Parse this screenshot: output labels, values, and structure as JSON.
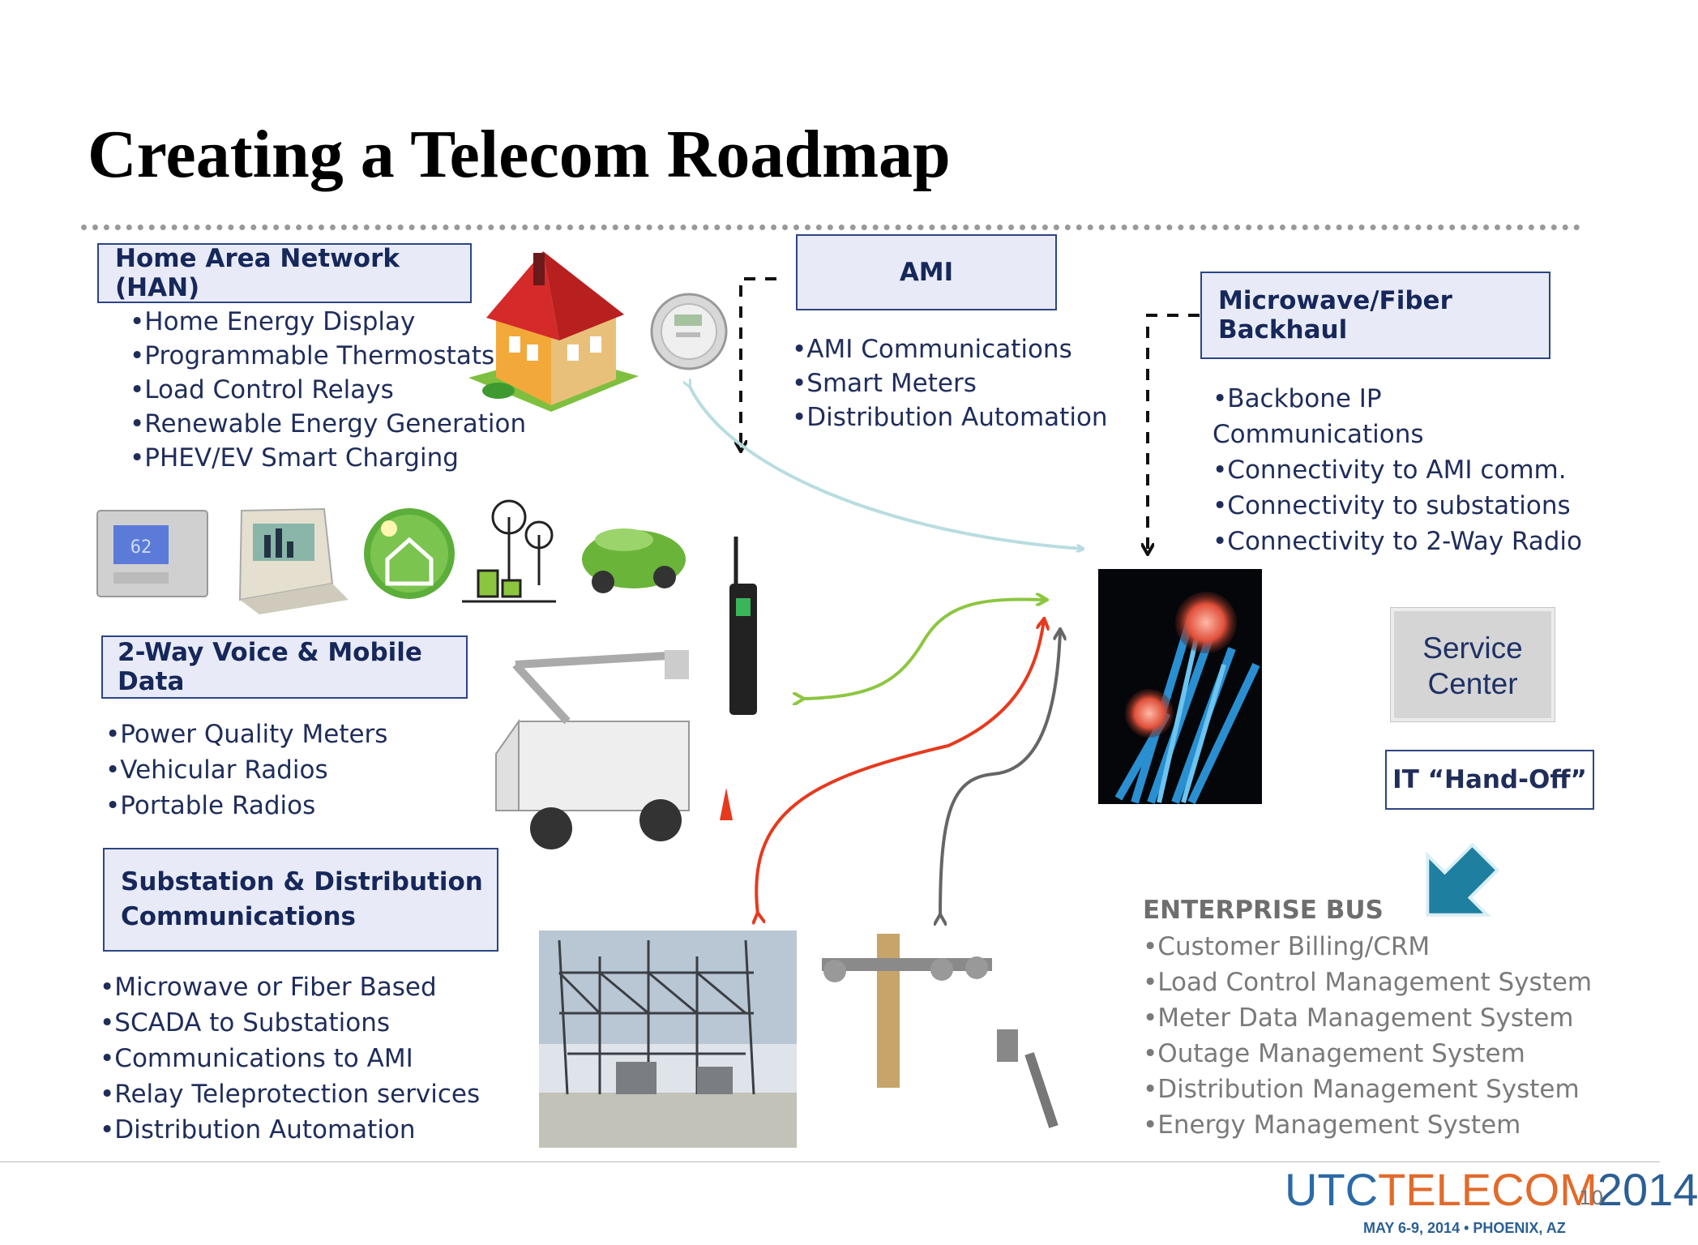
{
  "title": "Creating a Telecom Roadmap",
  "han": {
    "header": "Home Area Network (HAN)",
    "items": [
      "Home Energy Display",
      "Programmable Thermostats",
      "Load Control Relays",
      "Renewable Energy Generation",
      "PHEV/EV Smart Charging"
    ]
  },
  "ami": {
    "header": "AMI",
    "items": [
      "AMI Communications",
      "Smart Meters",
      "Distribution Automation"
    ]
  },
  "backhaul": {
    "header": "Microwave/Fiber Backhaul",
    "items": [
      "Backbone IP Communications",
      "Connectivity to AMI comm.",
      "Connectivity to substations",
      "Connectivity to 2-Way Radio"
    ]
  },
  "voice": {
    "header": "2-Way Voice & Mobile Data",
    "items": [
      "Power Quality Meters",
      "Vehicular Radios",
      "Portable Radios"
    ]
  },
  "substation": {
    "header_line1": "Substation & Distribution",
    "header_line2": "Communications",
    "items": [
      "Microwave or Fiber Based",
      "SCADA to Substations",
      "Communications to AMI",
      "Relay Teleprotection services",
      "Distribution Automation"
    ]
  },
  "service_center": {
    "line1": "Service",
    "line2": "Center"
  },
  "it_handoff": "IT “Hand-Off”",
  "enterprise": {
    "header": "ENTERPRISE BUS",
    "items": [
      "Customer Billing/CRM",
      "Load Control Management System",
      "Meter Data Management System",
      "Outage Management System",
      "Distribution Management System",
      "Energy Management System"
    ]
  },
  "thermostat_display": "62",
  "logo": {
    "part1": "UTC",
    "part2": "TELECOM",
    "year": "2014",
    "subtitle": "MAY 6-9, 2014  •  PHOENIX, AZ"
  },
  "page_number": "10",
  "colors": {
    "box_border": "#2d4585",
    "box_fill": "#e8ebf7",
    "arrow_lightblue": "#b8dde0",
    "arrow_green": "#8cc63f",
    "arrow_red": "#e53a1e",
    "arrow_grey": "#666666",
    "handoff_arrow": "#1e7fa0"
  }
}
